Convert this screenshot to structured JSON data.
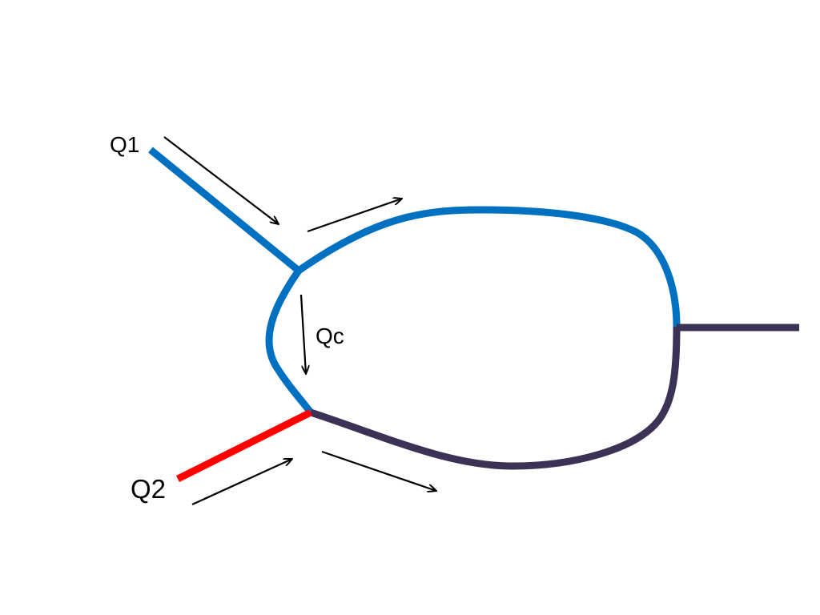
{
  "colors": {
    "pipe_blue": "#0070C0",
    "pipe_dark": "#3B3256",
    "pipe_red": "#FF0000",
    "arrow": "#000000",
    "background": "#FFFFFF"
  },
  "labels": {
    "q1": "Q1",
    "q2": "Q2",
    "qc": "Qc"
  }
}
